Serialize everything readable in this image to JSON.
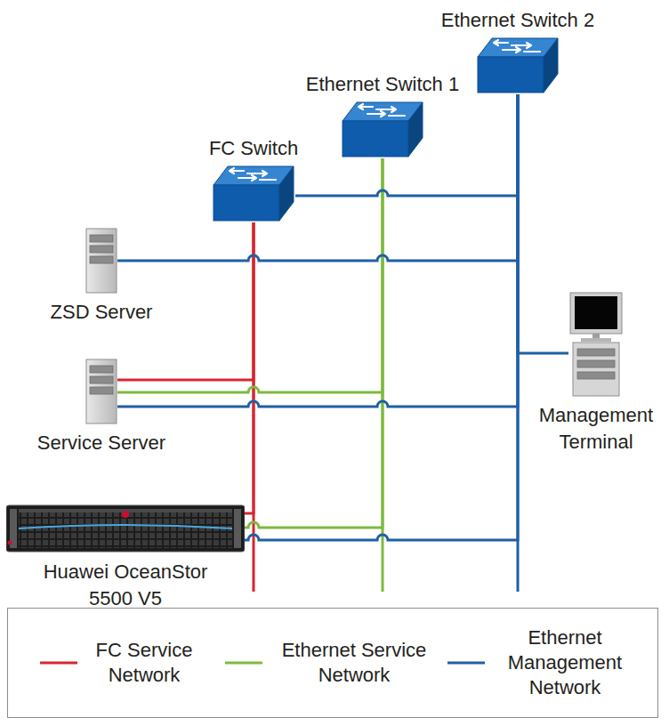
{
  "diagram": {
    "nodes": [
      {
        "text": [
          "Ethernet Switch 2"
        ]
      },
      {
        "text": [
          "Ethernet Switch 1"
        ]
      },
      {
        "text": [
          "FC Switch"
        ]
      },
      {
        "text": [
          "ZSD Server"
        ]
      },
      {
        "text": [
          "Service Server"
        ]
      },
      {
        "text": [
          "Management Terminal"
        ]
      },
      {
        "text": [
          "Huawei OceanStor 5500 V5"
        ]
      }
    ],
    "edges": [
      {
        "from": 4,
        "to": 2,
        "arrow": "none"
      },
      {
        "from": 6,
        "to": 2,
        "arrow": "none"
      },
      {
        "from": 4,
        "to": 1,
        "arrow": "none"
      },
      {
        "from": 6,
        "to": 1,
        "arrow": "none"
      },
      {
        "from": 2,
        "to": 0,
        "arrow": "none"
      },
      {
        "from": 3,
        "to": 0,
        "arrow": "none"
      },
      {
        "from": 4,
        "to": 0,
        "arrow": "none"
      },
      {
        "from": 5,
        "to": 0,
        "arrow": "none"
      },
      {
        "from": 6,
        "to": 0,
        "arrow": "none"
      }
    ],
    "legend": [
      {
        "text": "FC Service Network",
        "color": "#d7262e"
      },
      {
        "text": "Ethernet Service Network",
        "color": "#7dba3e"
      },
      {
        "text": "Ethernet Management Network",
        "color": "#1f5fa6"
      }
    ]
  }
}
